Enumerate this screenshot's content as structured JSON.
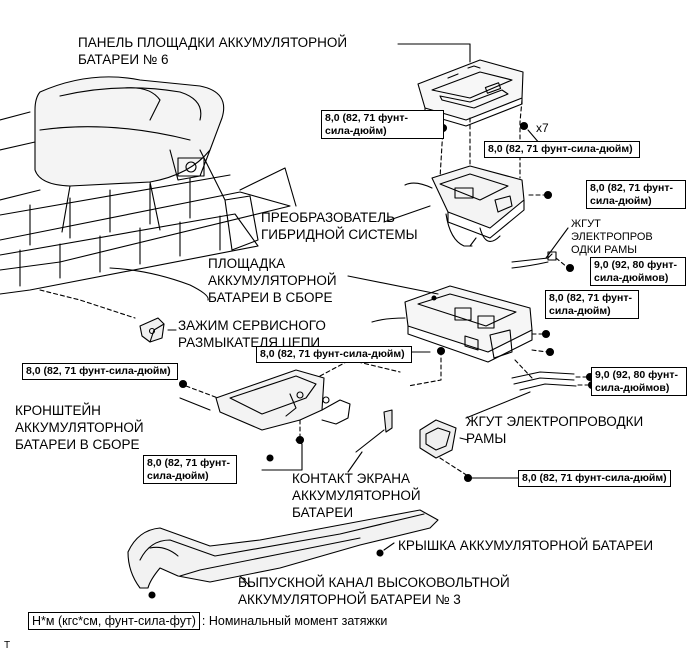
{
  "labels": {
    "tray_panel": "ПАНЕЛЬ ПЛОЩАДКИ АККУМУЛЯТОРНОЙ\nБАТАРЕИ № 6",
    "converter": "ПРЕОБРАЗОВАТЕЛЬ\nГИБРИДНОЙ СИСТЕМЫ",
    "frame_wire_upper": "ЖГУТ\nЭЛЕКТРОПРОВ\nОДКИ РАМЫ",
    "tray_assembly": "ПЛОЩАДКА\nАККУМУЛЯТОРНОЙ\nБАТАРЕИ В СБОРЕ",
    "service_plug_clamp": "ЗАЖИМ СЕРВИСНОГО\nРАЗМЫКАТЕЛЯ ЦЕПИ",
    "bracket": "КРОНШТЕЙН\nАККУМУЛЯТОРНОЙ\nБАТАРЕИ В СБОРЕ",
    "frame_wire_lower": "ЖГУТ ЭЛЕКТРОПРОВОДКИ\nРАМЫ",
    "shield_contact": "КОНТАКТ ЭКРАНА\nАККУМУЛЯТОРНОЙ\nБАТАРЕИ",
    "battery_cover": "КРЫШКА АККУМУЛЯТОРНОЙ БАТАРЕИ",
    "exhaust_duct": "ВЫПУСКНОЙ КАНАЛ ВЫСОКОВОЛЬТНОЙ\nАККУМУЛЯТОРНОЙ БАТАРЕИ № 3"
  },
  "torques": {
    "t1": "8,0 (82, 71 фунт-\nсила-дюйм)",
    "t2": "8,0 (82, 71 фунт-сила-дюйм)",
    "t3": "8,0 (82, 71 фунт-\nсила-дюйм)",
    "t4": "9,0 (92, 80 фунт-\nсила-дюймов)",
    "t5": "8,0 (82, 71 фунт-\nсила-дюйм)",
    "t6": "8,0 (82, 71 фунт-сила-дюйм)",
    "t7": "8,0 (82, 71 фунт-сила-дюйм)",
    "t8": "9,0 (92, 80 фунт-\nсила-дюймов)",
    "t9": "8,0 (82, 71 фунт-\nсила-дюйм)",
    "t10": "8,0 (82, 71 фунт-сила-дюйм)"
  },
  "qty_marker": "x7",
  "legend": {
    "unit": "Н*м (кгс*см, фунт-сила-фут)",
    "desc": ": Номинальный момент затяжки"
  },
  "corner_mark": "T"
}
